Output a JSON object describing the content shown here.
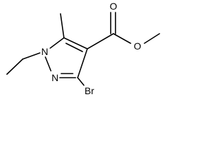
{
  "molecule": {
    "atoms": {
      "o_carbonyl": "O",
      "o_ester": "O",
      "n1": "N",
      "n2": "N",
      "br": "Br"
    }
  }
}
